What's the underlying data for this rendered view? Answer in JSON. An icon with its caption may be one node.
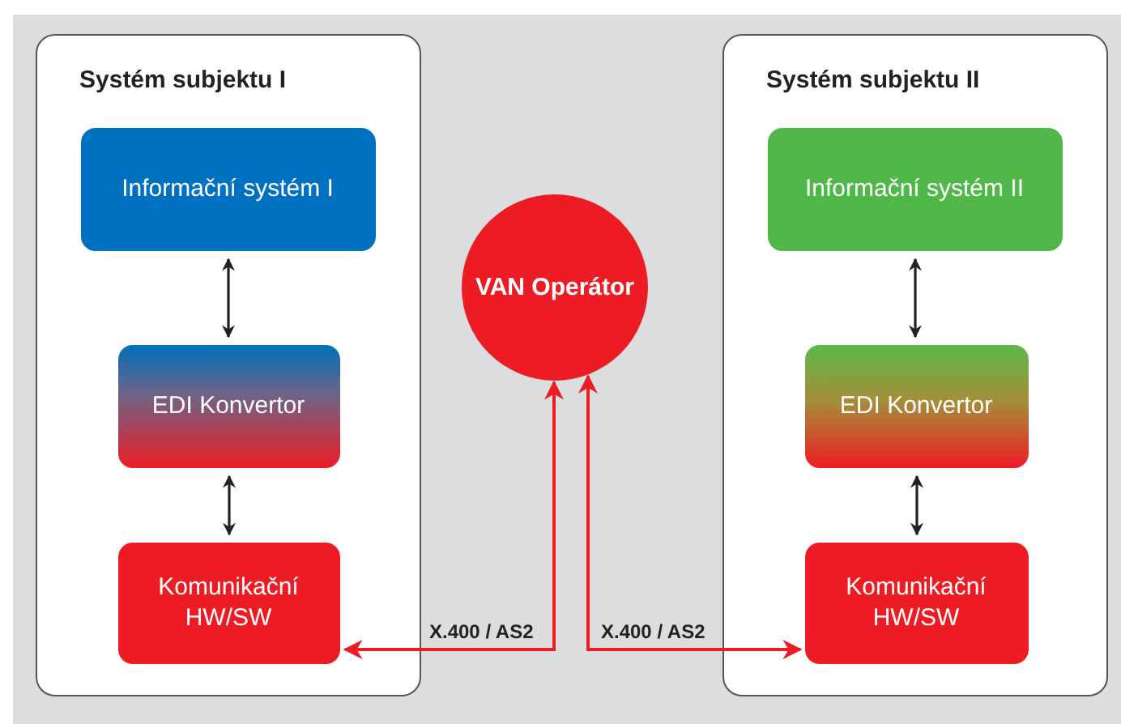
{
  "diagram": {
    "nodes": [
      {
        "text": [
          "Systém subjektu I"
        ]
      },
      {
        "text": [
          "Informační systém I"
        ],
        "in": 0
      },
      {
        "text": [
          "EDI Konvertor"
        ],
        "in": 0
      },
      {
        "text": [
          "Komunikační HW/SW"
        ],
        "in": 0
      },
      {
        "text": [
          "VAN Operátor"
        ]
      },
      {
        "text": [
          "Systém subjektu II"
        ]
      },
      {
        "text": [
          "Informační systém II"
        ],
        "in": 5
      },
      {
        "text": [
          "EDI Konvertor"
        ],
        "in": 5
      },
      {
        "text": [
          "Komunikační HW/SW"
        ],
        "in": 5
      }
    ],
    "edges": [
      {
        "from": 1,
        "to": 2,
        "arrow": "both"
      },
      {
        "from": 2,
        "to": 3,
        "arrow": "both"
      },
      {
        "from": 3,
        "to": 4,
        "arrow": "both",
        "label": "X.400 / AS2",
        "color": "#ed1c24"
      },
      {
        "from": 8,
        "to": 4,
        "arrow": "both",
        "label": "X.400 / AS2",
        "color": "#ed1c24"
      },
      {
        "from": 6,
        "to": 7,
        "arrow": "both"
      },
      {
        "from": 7,
        "to": 8,
        "arrow": "both"
      }
    ]
  }
}
